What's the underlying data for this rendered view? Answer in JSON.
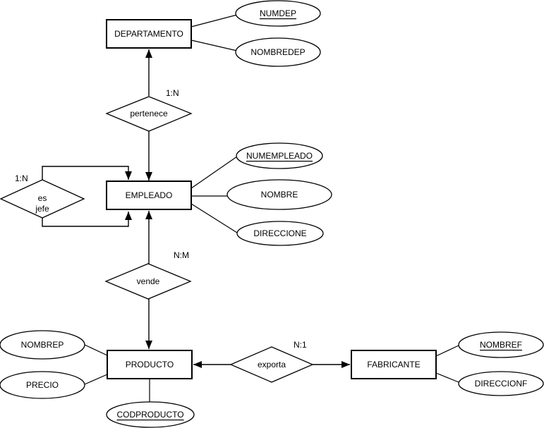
{
  "colors": {
    "background": "#ffffff",
    "stroke": "#000000",
    "shape_fill": "#ffffff",
    "text": "#000000"
  },
  "entities": [
    {
      "label": "DEPARTAMENTO",
      "attributes": [
        {
          "label": "NUMDEP",
          "primary_key": true
        },
        {
          "label": "NOMBREDEP",
          "primary_key": false
        }
      ]
    },
    {
      "label": "EMPLEADO",
      "attributes": [
        {
          "label": "NUMEMPLEADO",
          "primary_key": true
        },
        {
          "label": "NOMBRE",
          "primary_key": false
        },
        {
          "label": "DIRECCIONE",
          "primary_key": false
        }
      ]
    },
    {
      "label": "PRODUCTO",
      "attributes": [
        {
          "label": "NOMBREP",
          "primary_key": false
        },
        {
          "label": "PRECIO",
          "primary_key": false
        },
        {
          "label": "CODPRODUCTO",
          "primary_key": true
        }
      ]
    },
    {
      "label": "FABRICANTE",
      "attributes": [
        {
          "label": "NOMBREF",
          "primary_key": true
        },
        {
          "label": "DIRECCIONF",
          "primary_key": false
        }
      ]
    }
  ],
  "relationships": [
    {
      "label": "pertenece",
      "cardinality": "1:N",
      "between": [
        "EMPLEADO",
        "DEPARTAMENTO"
      ],
      "recursive": false
    },
    {
      "label_line1": "es",
      "label_line2": "jefe",
      "cardinality": "1:N",
      "between": [
        "EMPLEADO",
        "EMPLEADO"
      ],
      "recursive": true
    },
    {
      "label": "vende",
      "cardinality": "N:M",
      "between": [
        "EMPLEADO",
        "PRODUCTO"
      ],
      "recursive": false
    },
    {
      "label": "exporta",
      "cardinality": "N:1",
      "between": [
        "PRODUCTO",
        "FABRICANTE"
      ],
      "recursive": false
    }
  ]
}
